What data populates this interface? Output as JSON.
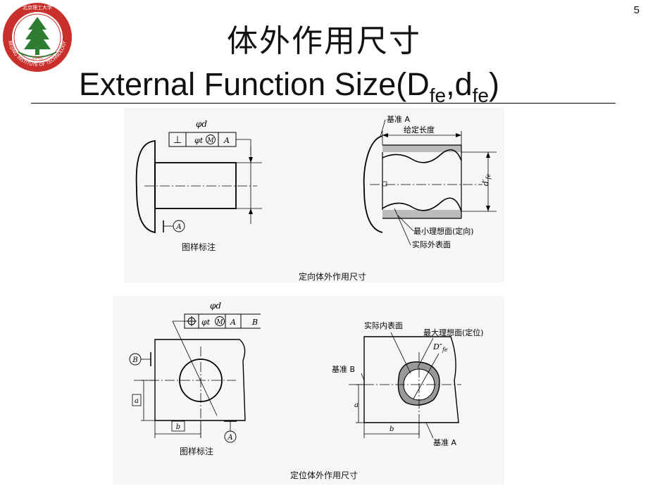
{
  "page_number": "5",
  "logo": {
    "text_top": "北京理工大学",
    "text_ring": "BEIJING INSTITUTE OF TECHNOLOGY",
    "year": "1940"
  },
  "title": {
    "cn": "体外作用尺寸",
    "en_prefix": "External Function Size(D",
    "en_sub1": "fe",
    "en_mid": ",d",
    "en_sub2": "fe",
    "en_suffix": ")"
  },
  "top": {
    "left": {
      "phi_d": "φd",
      "perp": "⊥",
      "tol": "φt",
      "m": "M",
      "datum_a": "A",
      "datum_tag": "A",
      "caption": "图样标注"
    },
    "right": {
      "datum": "基准 A",
      "given_len": "给定长度",
      "d_label": "d′",
      "d_sub": "fe",
      "min_ideal": "最小理想面(定向)",
      "actual_outer": "实际外表面"
    },
    "caption": "定向体外作用尺寸"
  },
  "bottom": {
    "left": {
      "phi_d": "φd",
      "tol": "φt",
      "m": "M",
      "a": "A",
      "b": "B",
      "b_tag": "B",
      "a_tag": "A",
      "dim_a": "a",
      "dim_b": "b",
      "caption": "图样标注"
    },
    "right": {
      "actual_inner": "实际内表面",
      "max_ideal": "最大理想面(定位)",
      "D_label": "D″",
      "D_sub": "fe",
      "datum_b": "基准 B",
      "datum_a": "基准 A",
      "dim_a": "a",
      "dim_b": "b"
    },
    "caption": "定位体外作用尺寸"
  }
}
